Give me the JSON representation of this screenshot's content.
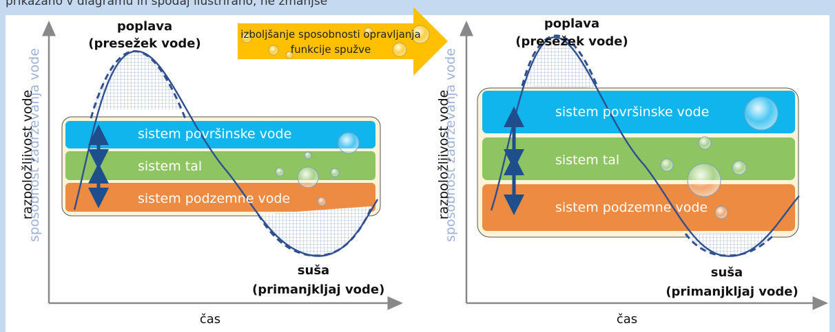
{
  "top_caption": "prikazano v diagramu in spodaj ilustrirano, ne zmanjše",
  "left_panel": {
    "flood_title": "poplava",
    "flood_subtitle": "(presežek vode)",
    "drought_title": "suša",
    "drought_subtitle": "(primanjkljaj vode)",
    "y_label_availability": "razpoložljivost vode",
    "y_label_capacity": "sposobnost zadrževanja vode",
    "x_label": "čas",
    "bands": [
      "sistem površinske vode",
      "sistem tal",
      "sistem podzemne vode"
    ]
  },
  "right_panel": {
    "flood_title": "poplava",
    "flood_subtitle": "(presežek vode)",
    "drought_title": "suša",
    "drought_subtitle": "(primanjkljaj vode)",
    "y_label_availability": "razpoložljivost vode",
    "y_label_capacity": "sposobnost zadrževanja vode",
    "x_label": "čas",
    "bands": [
      "sistem površinske vode",
      "sistem tal",
      "sistem podzemne vode"
    ]
  },
  "transition_arrow": {
    "text_line1": "izboljšanje sposobnosti opravljanja",
    "text_line2": "funkcije spužve"
  },
  "colors": {
    "frame_background": "#c5d9f1",
    "arrow": "#ffc000",
    "surface_water": "#10b5ee",
    "soil": "#8fc463",
    "groundwater": "#ed8b42",
    "container": "#fdf3d8",
    "curve": "#2f4f8f",
    "capacity_label": "#9fb3d6"
  }
}
